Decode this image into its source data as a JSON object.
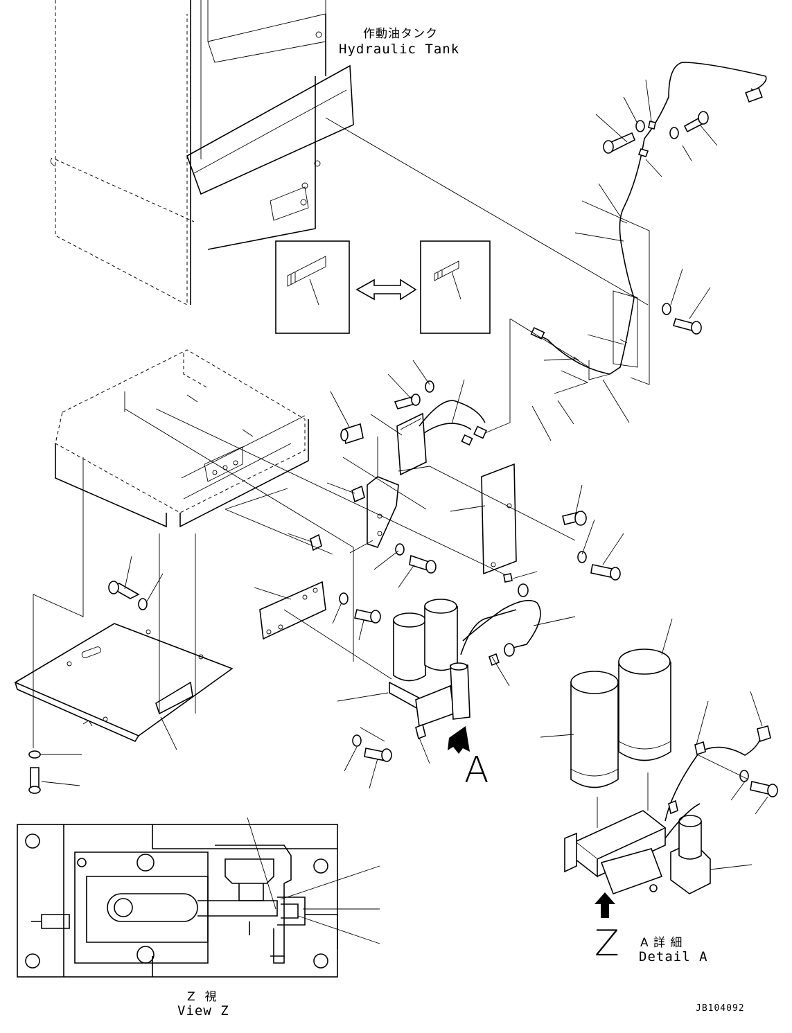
{
  "labels": {
    "tank_jp": "作動油タンク",
    "tank_en": "Hydraulic Tank",
    "arrow_a": "A",
    "detail_jp": "A 詳 細",
    "detail_en": "Detail A",
    "arrow_z": "Z",
    "view_jp": "Z  視",
    "view_en": "View Z",
    "drawing_no": "JB104092"
  }
}
